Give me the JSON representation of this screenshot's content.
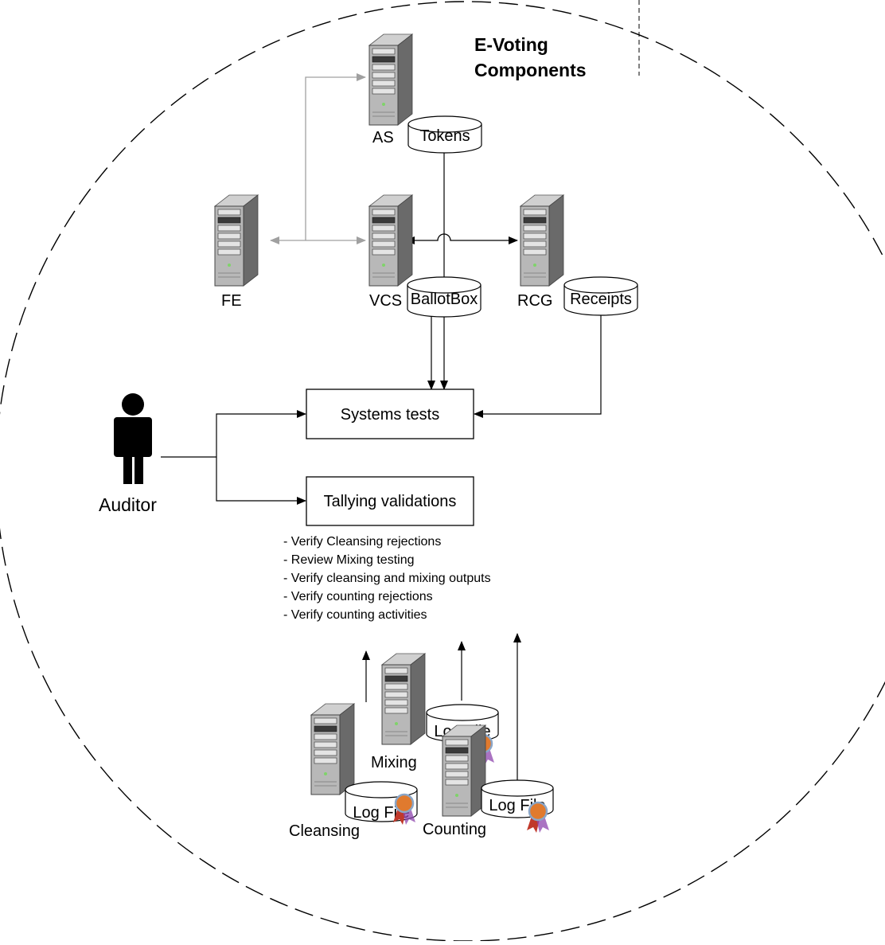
{
  "title": {
    "line1": "E-Voting",
    "line2": "Components"
  },
  "servers": {
    "as": "AS",
    "fe": "FE",
    "vcs": "VCS",
    "rcg": "RCG",
    "mixing": "Mixing",
    "cleansing": "Cleansing",
    "counting": "Counting"
  },
  "databases": {
    "tokens": "Tokens",
    "ballotbox": "BallotBox",
    "receipts": "Receipts",
    "log_mixing": "Log File",
    "log_cleansing": "Log File",
    "log_counting": "Log File"
  },
  "actor": {
    "label": "Auditor"
  },
  "boxes": {
    "systems_tests": "Systems tests",
    "tallying": "Tallying validations"
  },
  "tasks": [
    "- Verify Cleansing rejections",
    "- Review Mixing testing",
    "- Verify  cleansing and mixing outputs",
    "- Verify counting rejections",
    "- Verify counting activities"
  ],
  "colors": {
    "server_body": "#8f8f8f",
    "server_front": "#c8c8c8",
    "connector_gray": "#a0a0a0",
    "seal": "#e07a2e"
  }
}
